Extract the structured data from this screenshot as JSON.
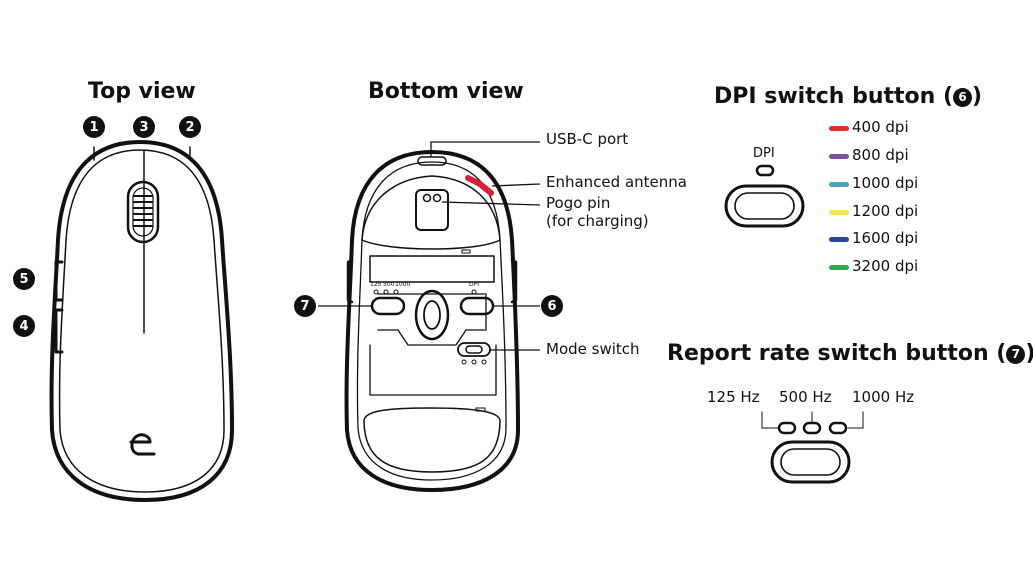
{
  "top_view": {
    "title": "Top view",
    "badges": [
      "1",
      "3",
      "2",
      "5",
      "4"
    ]
  },
  "bottom_view": {
    "title": "Bottom view",
    "labels": {
      "usb": "USB-C port",
      "antenna": "Enhanced antenna",
      "pogo_1": "Pogo pin",
      "pogo_2": "(for charging)",
      "mode": "Mode switch"
    },
    "badges": [
      "7",
      "6"
    ],
    "rates_small": [
      "125",
      "500",
      "1000"
    ],
    "dpi_small": "DPI"
  },
  "dpi_section": {
    "title_text": "DPI switch button (",
    "title_num": "6",
    "title_end": ")",
    "button_label": "DPI",
    "levels": [
      {
        "label": "400 dpi",
        "color": "#e02d2d"
      },
      {
        "label": "800 dpi",
        "color": "#7b4fa6"
      },
      {
        "label": "1000 dpi",
        "color": "#4da0b7"
      },
      {
        "label": "1200 dpi",
        "color": "#ede84a"
      },
      {
        "label": "1600 dpi",
        "color": "#28479a"
      },
      {
        "label": "3200 dpi",
        "color": "#2fa84f"
      }
    ]
  },
  "report_section": {
    "title_text": "Report rate switch button (",
    "title_num": "7",
    "title_end": ")",
    "rates": [
      "125 Hz",
      "500 Hz",
      "1000 Hz"
    ]
  },
  "colors": {
    "line": "#111111",
    "antenna": "#d8203a"
  },
  "icons": [
    "zowie-logo-icon",
    "mouse-top-outline",
    "mouse-bottom-outline"
  ]
}
